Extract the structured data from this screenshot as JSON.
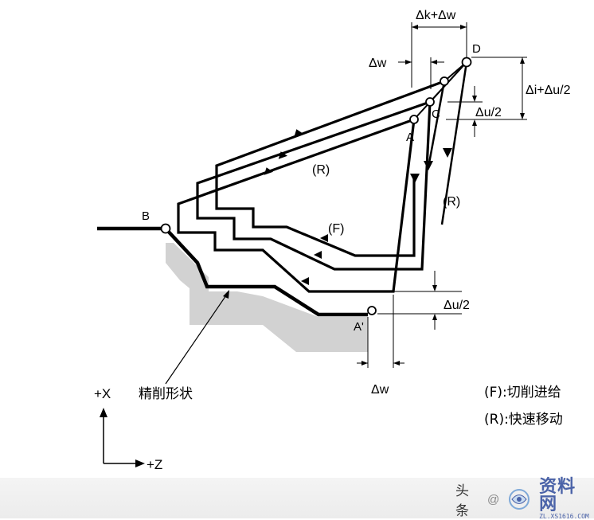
{
  "labels": {
    "point_d": "D",
    "point_c": "C",
    "point_a": "A",
    "point_b": "B",
    "point_a_prime": "A'",
    "dim_dk_dw": "Δk+Δw",
    "dim_dw_top": "Δw",
    "dim_di_du2": "Δi+Δu/2",
    "dim_du2_top": "Δu/2",
    "dim_du2_bottom": "Δu/2",
    "dim_dw_bottom": "Δw",
    "path_r_upper": "(R)",
    "path_r_right": "(R)",
    "path_f": "(F)",
    "finish_shape": "精削形状",
    "axis_x": "+X",
    "axis_z": "+Z"
  },
  "legend": {
    "feed": "(F):切削进给",
    "rapid": "(R):快速移动"
  },
  "watermark": {
    "author": "头条",
    "at": "@",
    "site": "资料网",
    "url": "ZL.XS1616.COM"
  }
}
